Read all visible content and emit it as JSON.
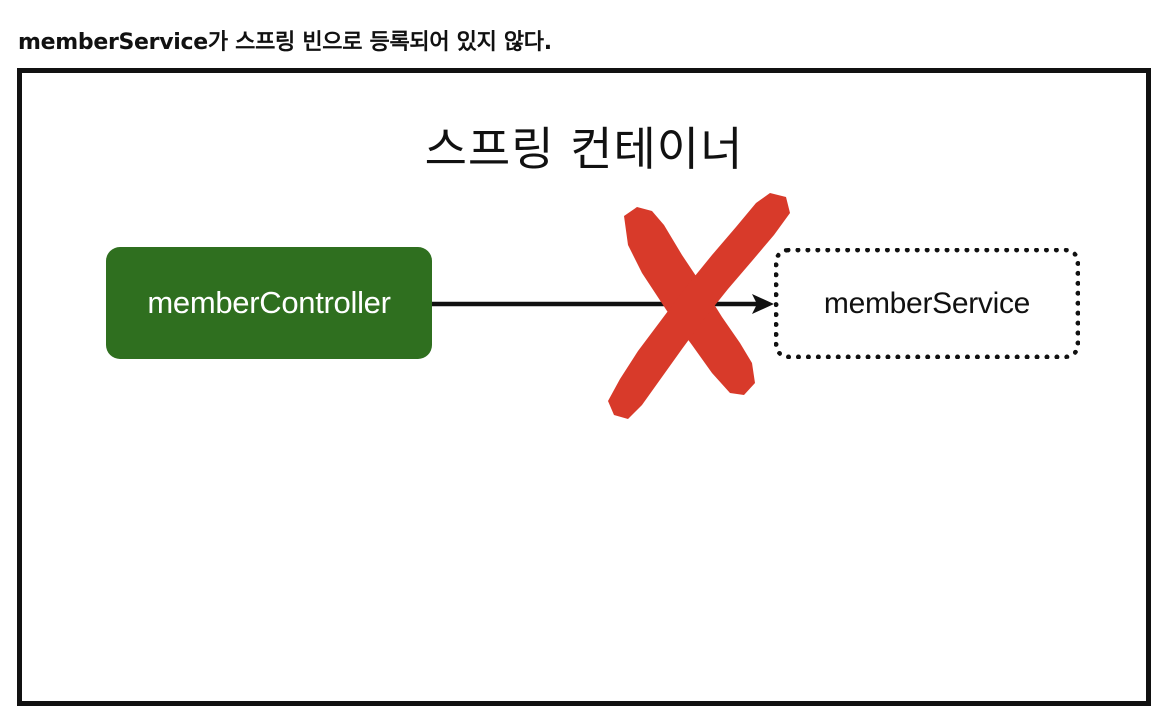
{
  "heading": "memberService가 스프링 빈으로 등록되어 있지 않다.",
  "container": {
    "title": "스프링 컨테이너"
  },
  "nodes": {
    "controller": "memberController",
    "service": "memberService"
  },
  "colors": {
    "controller_fill": "#2f6f1f",
    "cross_mark": "#d83a2a",
    "frame": "#111111"
  },
  "icons": {
    "cross": "red-x-mark",
    "arrow": "arrow-right"
  }
}
